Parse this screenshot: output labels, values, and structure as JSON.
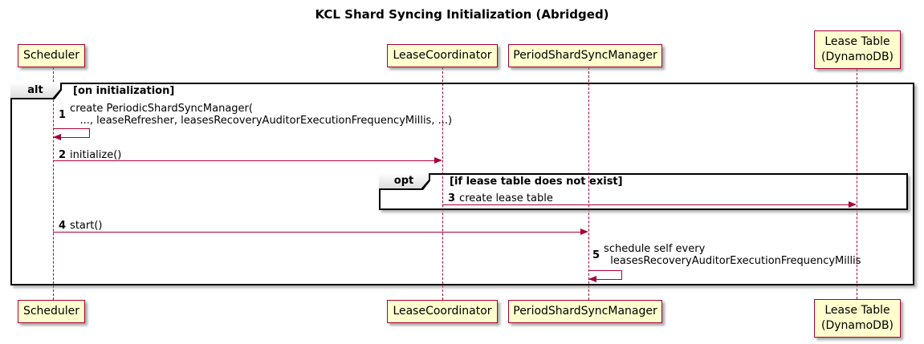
{
  "title": "KCL Shard Syncing Initialization (Abridged)",
  "diagram_type": "sequence-diagram",
  "colors": {
    "participant_fill": "#FEFECE",
    "participant_border": "#A80036",
    "arrow": "#A80036",
    "lifeline": "#A80036",
    "frame_border": "#000000",
    "frame_tab_fill": "#EEEEEE",
    "text": "#000000"
  },
  "participants": [
    {
      "id": "scheduler",
      "label": "Scheduler"
    },
    {
      "id": "leasecoordinator",
      "label": "LeaseCoordinator"
    },
    {
      "id": "periodshardsyncmanager",
      "label": "PeriodShardSyncManager"
    },
    {
      "id": "leasetable",
      "label": "Lease Table\n(DynamoDB)"
    }
  ],
  "frames": [
    {
      "label": "alt",
      "condition": "[on initialization]"
    },
    {
      "label": "opt",
      "condition": "[if lease table does not exist]"
    }
  ],
  "messages": [
    {
      "num": "1",
      "from": "scheduler",
      "to": "scheduler",
      "kind": "self",
      "text": "create PeriodicShardSyncManager(\n   ..., leaseRefresher, leasesRecoveryAuditorExecutionFrequencyMillis, ...)"
    },
    {
      "num": "2",
      "from": "scheduler",
      "to": "leasecoordinator",
      "kind": "arrow",
      "text": "initialize()"
    },
    {
      "num": "3",
      "from": "leasecoordinator",
      "to": "leasetable",
      "kind": "arrow",
      "text": "create lease table"
    },
    {
      "num": "4",
      "from": "scheduler",
      "to": "periodshardsyncmanager",
      "kind": "arrow",
      "text": "start()"
    },
    {
      "num": "5",
      "from": "periodshardsyncmanager",
      "to": "periodshardsyncmanager",
      "kind": "self",
      "text": "schedule self every\n  leasesRecoveryAuditorExecutionFrequencyMillis"
    }
  ]
}
